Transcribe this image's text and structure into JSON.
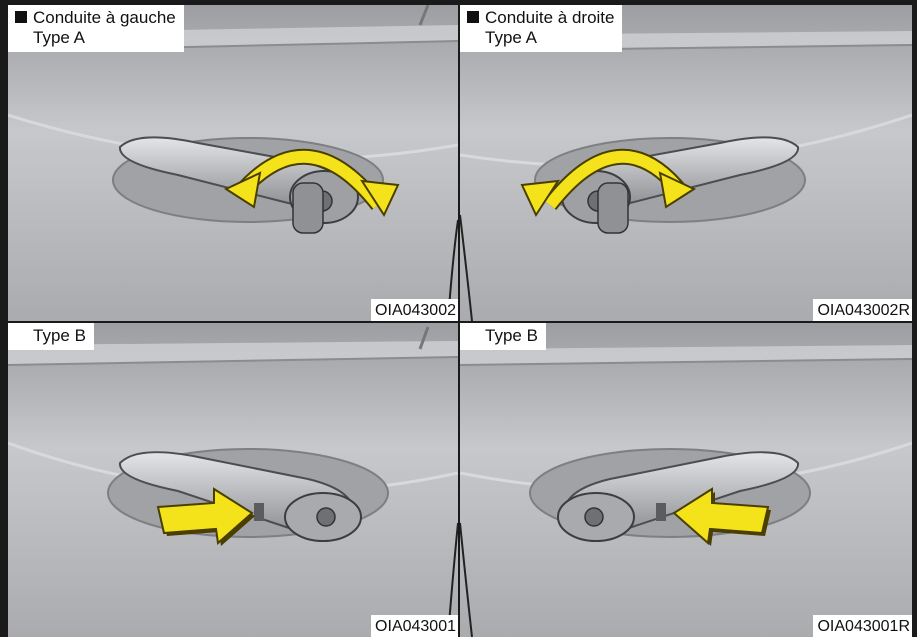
{
  "panels": {
    "top_left": {
      "heading": "Conduite à gauche",
      "subheading": "Type A",
      "code": "OIA043002"
    },
    "top_right": {
      "heading": "Conduite à droite",
      "subheading": "Type A",
      "code": "OIA043002R"
    },
    "bottom_left": {
      "subheading": "Type B",
      "code": "OIA043001"
    },
    "bottom_right": {
      "subheading": "Type B",
      "code": "OIA043001R"
    }
  },
  "colors": {
    "car_body": "#b3b5b8",
    "arrow_fill": "#f4e21b",
    "caption_bg": "#ffffff",
    "frame": "#1a1a1a"
  }
}
